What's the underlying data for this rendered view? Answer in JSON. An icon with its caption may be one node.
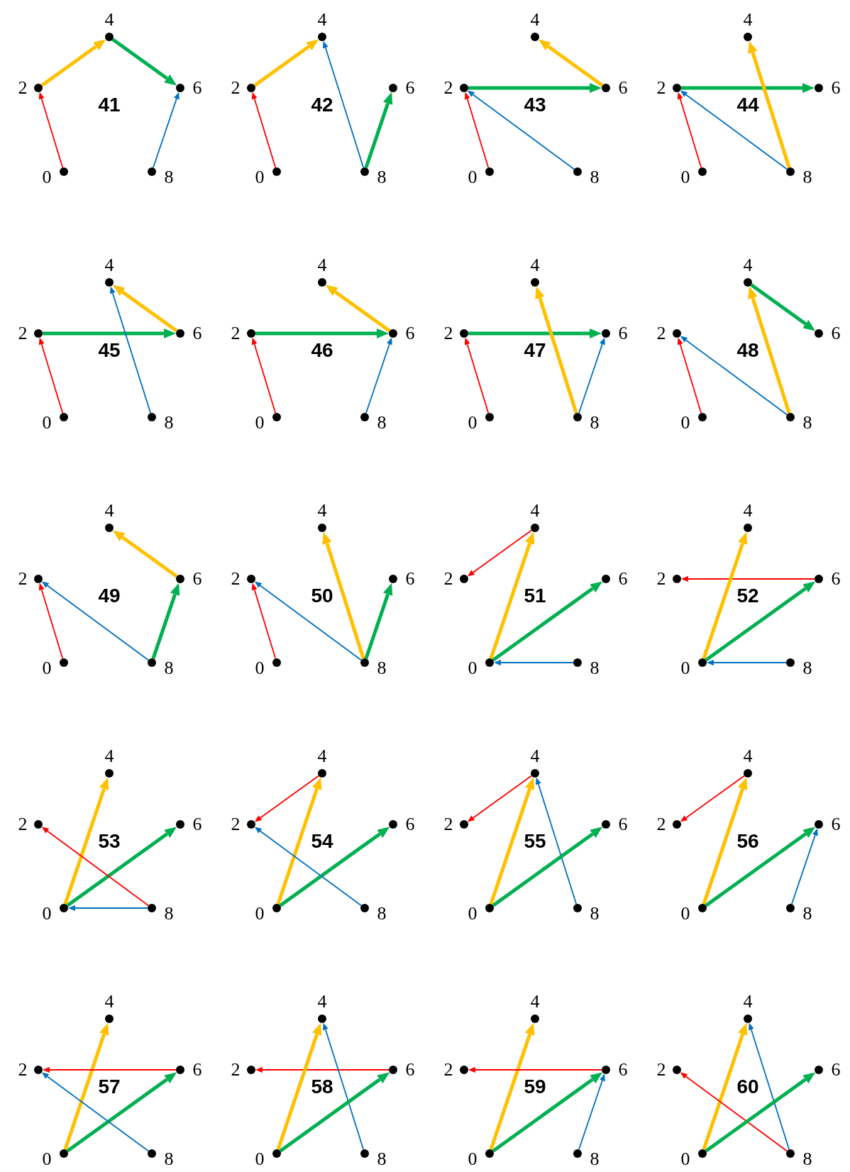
{
  "diagram": {
    "nodes": [
      {
        "text": [],
        "shape": "circle",
        "beside": [
          "4"
        ]
      },
      {
        "text": [],
        "shape": "circle",
        "beside": [
          "2"
        ]
      },
      {
        "text": [],
        "shape": "circle",
        "beside": [
          "6"
        ]
      },
      {
        "text": [],
        "shape": "circle",
        "beside": [
          "0"
        ]
      },
      {
        "text": [],
        "shape": "circle",
        "beside": [
          "8"
        ]
      },
      {
        "text": [],
        "shape": "circle",
        "beside": [
          "4"
        ]
      },
      {
        "text": [],
        "shape": "circle",
        "beside": [
          "2"
        ]
      },
      {
        "text": [],
        "shape": "circle",
        "beside": [
          "6"
        ]
      },
      {
        "text": [],
        "shape": "circle",
        "beside": [
          "0"
        ]
      },
      {
        "text": [],
        "shape": "circle",
        "beside": [
          "8"
        ]
      },
      {
        "text": [],
        "shape": "circle",
        "beside": [
          "4"
        ]
      },
      {
        "text": [],
        "shape": "circle",
        "beside": [
          "2"
        ]
      },
      {
        "text": [],
        "shape": "circle",
        "beside": [
          "6"
        ]
      },
      {
        "text": [],
        "shape": "circle",
        "beside": [
          "0"
        ]
      },
      {
        "text": [],
        "shape": "circle",
        "beside": [
          "8"
        ]
      },
      {
        "text": [],
        "shape": "circle",
        "beside": [
          "4"
        ]
      },
      {
        "text": [],
        "shape": "circle",
        "beside": [
          "2"
        ]
      },
      {
        "text": [],
        "shape": "circle",
        "beside": [
          "6"
        ]
      },
      {
        "text": [],
        "shape": "circle",
        "beside": [
          "0"
        ]
      },
      {
        "text": [],
        "shape": "circle",
        "beside": [
          "8"
        ]
      },
      {
        "text": [],
        "shape": "circle",
        "beside": [
          "4"
        ]
      },
      {
        "text": [],
        "shape": "circle",
        "beside": [
          "2"
        ]
      },
      {
        "text": [],
        "shape": "circle",
        "beside": [
          "6"
        ]
      },
      {
        "text": [],
        "shape": "circle",
        "beside": [
          "0"
        ]
      },
      {
        "text": [],
        "shape": "circle",
        "beside": [
          "8"
        ]
      },
      {
        "text": [],
        "shape": "circle",
        "beside": [
          "4"
        ]
      },
      {
        "text": [],
        "shape": "circle",
        "beside": [
          "2"
        ]
      },
      {
        "text": [],
        "shape": "circle",
        "beside": [
          "6"
        ]
      },
      {
        "text": [],
        "shape": "circle",
        "beside": [
          "0"
        ]
      },
      {
        "text": [],
        "shape": "circle",
        "beside": [
          "8"
        ]
      },
      {
        "text": [],
        "shape": "circle",
        "beside": [
          "4"
        ]
      },
      {
        "text": [],
        "shape": "circle",
        "beside": [
          "2"
        ]
      },
      {
        "text": [],
        "shape": "circle",
        "beside": [
          "6"
        ]
      },
      {
        "text": [],
        "shape": "circle",
        "beside": [
          "0"
        ]
      },
      {
        "text": [],
        "shape": "circle",
        "beside": [
          "8"
        ]
      },
      {
        "text": [],
        "shape": "circle",
        "beside": [
          "4"
        ]
      },
      {
        "text": [],
        "shape": "circle",
        "beside": [
          "2"
        ]
      },
      {
        "text": [],
        "shape": "circle",
        "beside": [
          "6"
        ]
      },
      {
        "text": [],
        "shape": "circle",
        "beside": [
          "0"
        ]
      },
      {
        "text": [],
        "shape": "circle",
        "beside": [
          "8"
        ]
      },
      {
        "text": [],
        "shape": "circle",
        "beside": [
          "4"
        ]
      },
      {
        "text": [],
        "shape": "circle",
        "beside": [
          "2"
        ]
      },
      {
        "text": [],
        "shape": "circle",
        "beside": [
          "6"
        ]
      },
      {
        "text": [],
        "shape": "circle",
        "beside": [
          "0"
        ]
      },
      {
        "text": [],
        "shape": "circle",
        "beside": [
          "8"
        ]
      },
      {
        "text": [],
        "shape": "circle",
        "beside": [
          "4"
        ]
      },
      {
        "text": [],
        "shape": "circle",
        "beside": [
          "2"
        ]
      },
      {
        "text": [],
        "shape": "circle",
        "beside": [
          "6"
        ]
      },
      {
        "text": [],
        "shape": "circle",
        "beside": [
          "0"
        ]
      },
      {
        "text": [],
        "shape": "circle",
        "beside": [
          "8"
        ]
      },
      {
        "text": [],
        "shape": "circle",
        "beside": [
          "4"
        ]
      },
      {
        "text": [],
        "shape": "circle",
        "beside": [
          "2"
        ]
      },
      {
        "text": [],
        "shape": "circle",
        "beside": [
          "6"
        ]
      },
      {
        "text": [],
        "shape": "circle",
        "beside": [
          "0"
        ]
      },
      {
        "text": [],
        "shape": "circle",
        "beside": [
          "8"
        ]
      },
      {
        "text": [],
        "shape": "circle",
        "beside": [
          "4"
        ]
      },
      {
        "text": [],
        "shape": "circle",
        "beside": [
          "2"
        ]
      },
      {
        "text": [],
        "shape": "circle",
        "beside": [
          "6"
        ]
      },
      {
        "text": [],
        "shape": "circle",
        "beside": [
          "0"
        ]
      },
      {
        "text": [],
        "shape": "circle",
        "beside": [
          "8"
        ]
      },
      {
        "text": [],
        "shape": "circle",
        "beside": [
          "4"
        ]
      },
      {
        "text": [],
        "shape": "circle",
        "beside": [
          "2"
        ]
      },
      {
        "text": [],
        "shape": "circle",
        "beside": [
          "6"
        ]
      },
      {
        "text": [],
        "shape": "circle",
        "beside": [
          "0"
        ]
      },
      {
        "text": [],
        "shape": "circle",
        "beside": [
          "8"
        ]
      },
      {
        "text": [],
        "shape": "circle",
        "beside": [
          "4"
        ]
      },
      {
        "text": [],
        "shape": "circle",
        "beside": [
          "2"
        ]
      },
      {
        "text": [],
        "shape": "circle",
        "beside": [
          "6"
        ]
      },
      {
        "text": [],
        "shape": "circle",
        "beside": [
          "0"
        ]
      },
      {
        "text": [],
        "shape": "circle",
        "beside": [
          "8"
        ]
      },
      {
        "text": [],
        "shape": "circle",
        "beside": [
          "4"
        ]
      },
      {
        "text": [],
        "shape": "circle",
        "beside": [
          "2"
        ]
      },
      {
        "text": [],
        "shape": "circle",
        "beside": [
          "6"
        ]
      },
      {
        "text": [],
        "shape": "circle",
        "beside": [
          "0"
        ]
      },
      {
        "text": [],
        "shape": "circle",
        "beside": [
          "8"
        ]
      },
      {
        "text": [],
        "shape": "circle",
        "beside": [
          "4"
        ]
      },
      {
        "text": [],
        "shape": "circle",
        "beside": [
          "2"
        ]
      },
      {
        "text": [],
        "shape": "circle",
        "beside": [
          "6"
        ]
      },
      {
        "text": [],
        "shape": "circle",
        "beside": [
          "0"
        ]
      },
      {
        "text": [],
        "shape": "circle",
        "beside": [
          "8"
        ]
      },
      {
        "text": [],
        "shape": "circle",
        "beside": [
          "4"
        ]
      },
      {
        "text": [],
        "shape": "circle",
        "beside": [
          "2"
        ]
      },
      {
        "text": [],
        "shape": "circle",
        "beside": [
          "6"
        ]
      },
      {
        "text": [],
        "shape": "circle",
        "beside": [
          "0"
        ]
      },
      {
        "text": [],
        "shape": "circle",
        "beside": [
          "8"
        ]
      },
      {
        "text": [],
        "shape": "circle",
        "beside": [
          "4"
        ]
      },
      {
        "text": [],
        "shape": "circle",
        "beside": [
          "2"
        ]
      },
      {
        "text": [],
        "shape": "circle",
        "beside": [
          "6"
        ]
      },
      {
        "text": [],
        "shape": "circle",
        "beside": [
          "0"
        ]
      },
      {
        "text": [],
        "shape": "circle",
        "beside": [
          "8"
        ]
      },
      {
        "text": [],
        "shape": "circle",
        "beside": [
          "4"
        ]
      },
      {
        "text": [],
        "shape": "circle",
        "beside": [
          "2"
        ]
      },
      {
        "text": [],
        "shape": "circle",
        "beside": [
          "6"
        ]
      },
      {
        "text": [],
        "shape": "circle",
        "beside": [
          "0"
        ]
      },
      {
        "text": [],
        "shape": "circle",
        "beside": [
          "8"
        ]
      },
      {
        "text": [],
        "shape": "circle",
        "beside": [
          "4"
        ]
      },
      {
        "text": [],
        "shape": "circle",
        "beside": [
          "2"
        ]
      },
      {
        "text": [],
        "shape": "circle",
        "beside": [
          "6"
        ]
      },
      {
        "text": [],
        "shape": "circle",
        "beside": [
          "0"
        ]
      },
      {
        "text": [],
        "shape": "circle",
        "beside": [
          "8"
        ]
      }
    ],
    "edges": [
      {
        "from": 1,
        "to": 0,
        "arrow": "to",
        "style": "thick",
        "color": "#ffc000"
      },
      {
        "from": 0,
        "to": 2,
        "arrow": "to",
        "style": "thick",
        "color": "#00b050"
      },
      {
        "from": 3,
        "to": 1,
        "arrow": "to",
        "color": "#ff0000"
      },
      {
        "from": 4,
        "to": 2,
        "arrow": "to",
        "color": "#0070c0"
      },
      {
        "from": 6,
        "to": 5,
        "arrow": "to",
        "style": "thick",
        "color": "#ffc000"
      },
      {
        "from": 8,
        "to": 6,
        "arrow": "to",
        "color": "#ff0000"
      },
      {
        "from": 9,
        "to": 5,
        "arrow": "to",
        "color": "#0070c0"
      },
      {
        "from": 9,
        "to": 7,
        "arrow": "to",
        "style": "thick",
        "color": "#00b050"
      },
      {
        "from": 12,
        "to": 10,
        "arrow": "to",
        "style": "thick",
        "color": "#ffc000"
      },
      {
        "from": 11,
        "to": 12,
        "arrow": "to",
        "style": "thick",
        "color": "#00b050"
      },
      {
        "from": 13,
        "to": 11,
        "arrow": "to",
        "color": "#ff0000"
      },
      {
        "from": 14,
        "to": 11,
        "arrow": "to",
        "color": "#0070c0"
      },
      {
        "from": 16,
        "to": 17,
        "arrow": "to",
        "style": "thick",
        "color": "#00b050"
      },
      {
        "from": 18,
        "to": 16,
        "arrow": "to",
        "color": "#ff0000"
      },
      {
        "from": 19,
        "to": 16,
        "arrow": "to",
        "color": "#0070c0"
      },
      {
        "from": 19,
        "to": 15,
        "arrow": "to",
        "style": "thick",
        "color": "#ffc000"
      },
      {
        "from": 21,
        "to": 22,
        "arrow": "to",
        "style": "thick",
        "color": "#00b050"
      },
      {
        "from": 22,
        "to": 20,
        "arrow": "to",
        "style": "thick",
        "color": "#ffc000"
      },
      {
        "from": 23,
        "to": 21,
        "arrow": "to",
        "color": "#ff0000"
      },
      {
        "from": 24,
        "to": 20,
        "arrow": "to",
        "color": "#0070c0"
      },
      {
        "from": 26,
        "to": 27,
        "arrow": "to",
        "style": "thick",
        "color": "#00b050"
      },
      {
        "from": 27,
        "to": 25,
        "arrow": "to",
        "style": "thick",
        "color": "#ffc000"
      },
      {
        "from": 28,
        "to": 26,
        "arrow": "to",
        "color": "#ff0000"
      },
      {
        "from": 29,
        "to": 27,
        "arrow": "to",
        "color": "#0070c0"
      },
      {
        "from": 31,
        "to": 32,
        "arrow": "to",
        "style": "thick",
        "color": "#00b050"
      },
      {
        "from": 33,
        "to": 31,
        "arrow": "to",
        "color": "#ff0000"
      },
      {
        "from": 34,
        "to": 30,
        "arrow": "to",
        "style": "thick",
        "color": "#ffc000"
      },
      {
        "from": 34,
        "to": 32,
        "arrow": "to",
        "color": "#0070c0"
      },
      {
        "from": 35,
        "to": 37,
        "arrow": "to",
        "style": "thick",
        "color": "#00b050"
      },
      {
        "from": 39,
        "to": 36,
        "arrow": "to",
        "color": "#0070c0"
      },
      {
        "from": 38,
        "to": 36,
        "arrow": "to",
        "color": "#ff0000"
      },
      {
        "from": 39,
        "to": 35,
        "arrow": "to",
        "style": "thick",
        "color": "#ffc000"
      },
      {
        "from": 42,
        "to": 40,
        "arrow": "to",
        "style": "thick",
        "color": "#ffc000"
      },
      {
        "from": 44,
        "to": 41,
        "arrow": "to",
        "color": "#0070c0"
      },
      {
        "from": 43,
        "to": 41,
        "arrow": "to",
        "color": "#ff0000"
      },
      {
        "from": 44,
        "to": 42,
        "arrow": "to",
        "style": "thick",
        "color": "#00b050"
      },
      {
        "from": 48,
        "to": 46,
        "arrow": "to",
        "color": "#ff0000"
      },
      {
        "from": 49,
        "to": 46,
        "arrow": "to",
        "color": "#0070c0"
      },
      {
        "from": 49,
        "to": 45,
        "arrow": "to",
        "style": "thick",
        "color": "#ffc000"
      },
      {
        "from": 49,
        "to": 47,
        "arrow": "to",
        "style": "thick",
        "color": "#00b050"
      },
      {
        "from": 50,
        "to": 51,
        "arrow": "to",
        "color": "#ff0000"
      },
      {
        "from": 53,
        "to": 50,
        "arrow": "to",
        "style": "thick",
        "color": "#ffc000"
      },
      {
        "from": 53,
        "to": 52,
        "arrow": "to",
        "style": "thick",
        "color": "#00b050"
      },
      {
        "from": 54,
        "to": 53,
        "arrow": "to",
        "color": "#0070c0"
      },
      {
        "from": 57,
        "to": 56,
        "arrow": "to",
        "color": "#ff0000"
      },
      {
        "from": 58,
        "to": 55,
        "arrow": "to",
        "style": "thick",
        "color": "#ffc000"
      },
      {
        "from": 58,
        "to": 57,
        "arrow": "to",
        "style": "thick",
        "color": "#00b050"
      },
      {
        "from": 59,
        "to": 58,
        "arrow": "to",
        "color": "#0070c0"
      },
      {
        "from": 63,
        "to": 60,
        "arrow": "to",
        "style": "thick",
        "color": "#ffc000"
      },
      {
        "from": 63,
        "to": 62,
        "arrow": "to",
        "style": "thick",
        "color": "#00b050"
      },
      {
        "from": 64,
        "to": 63,
        "arrow": "to",
        "color": "#0070c0"
      },
      {
        "from": 64,
        "to": 61,
        "arrow": "to",
        "color": "#ff0000"
      },
      {
        "from": 65,
        "to": 66,
        "arrow": "to",
        "color": "#ff0000"
      },
      {
        "from": 68,
        "to": 65,
        "arrow": "to",
        "style": "thick",
        "color": "#ffc000"
      },
      {
        "from": 68,
        "to": 67,
        "arrow": "to",
        "style": "thick",
        "color": "#00b050"
      },
      {
        "from": 69,
        "to": 66,
        "arrow": "to",
        "color": "#0070c0"
      },
      {
        "from": 70,
        "to": 71,
        "arrow": "to",
        "color": "#ff0000"
      },
      {
        "from": 73,
        "to": 70,
        "arrow": "to",
        "style": "thick",
        "color": "#ffc000"
      },
      {
        "from": 74,
        "to": 70,
        "arrow": "to",
        "color": "#0070c0"
      },
      {
        "from": 73,
        "to": 72,
        "arrow": "to",
        "style": "thick",
        "color": "#00b050"
      },
      {
        "from": 75,
        "to": 76,
        "arrow": "to",
        "color": "#ff0000"
      },
      {
        "from": 78,
        "to": 75,
        "arrow": "to",
        "style": "thick",
        "color": "#ffc000"
      },
      {
        "from": 78,
        "to": 77,
        "arrow": "to",
        "style": "thick",
        "color": "#00b050"
      },
      {
        "from": 79,
        "to": 77,
        "arrow": "to",
        "color": "#0070c0"
      },
      {
        "from": 83,
        "to": 80,
        "arrow": "to",
        "style": "thick",
        "color": "#ffc000"
      },
      {
        "from": 82,
        "to": 81,
        "arrow": "to",
        "color": "#ff0000"
      },
      {
        "from": 83,
        "to": 82,
        "arrow": "to",
        "style": "thick",
        "color": "#00b050"
      },
      {
        "from": 84,
        "to": 81,
        "arrow": "to",
        "color": "#0070c0"
      },
      {
        "from": 87,
        "to": 86,
        "arrow": "to",
        "color": "#ff0000"
      },
      {
        "from": 88,
        "to": 85,
        "arrow": "to",
        "style": "thick",
        "color": "#ffc000"
      },
      {
        "from": 89,
        "to": 85,
        "arrow": "to",
        "color": "#0070c0"
      },
      {
        "from": 88,
        "to": 87,
        "arrow": "to",
        "style": "thick",
        "color": "#00b050"
      },
      {
        "from": 93,
        "to": 90,
        "arrow": "to",
        "style": "thick",
        "color": "#ffc000"
      },
      {
        "from": 92,
        "to": 91,
        "arrow": "to",
        "color": "#ff0000"
      },
      {
        "from": 93,
        "to": 92,
        "arrow": "to",
        "style": "thick",
        "color": "#00b050"
      },
      {
        "from": 94,
        "to": 92,
        "arrow": "to",
        "color": "#0070c0"
      },
      {
        "from": 98,
        "to": 95,
        "arrow": "to",
        "style": "thick",
        "color": "#ffc000"
      },
      {
        "from": 99,
        "to": 95,
        "arrow": "to",
        "color": "#0070c0"
      },
      {
        "from": 99,
        "to": 96,
        "arrow": "to",
        "color": "#ff0000"
      },
      {
        "from": 98,
        "to": 97,
        "arrow": "to",
        "style": "thick",
        "color": "#00b050"
      }
    ],
    "labels": [
      "41",
      "42",
      "43",
      "44",
      "45",
      "46",
      "47",
      "48",
      "49",
      "50",
      "51",
      "52",
      "53",
      "54",
      "55",
      "56",
      "57",
      "58",
      "59",
      "60"
    ]
  }
}
